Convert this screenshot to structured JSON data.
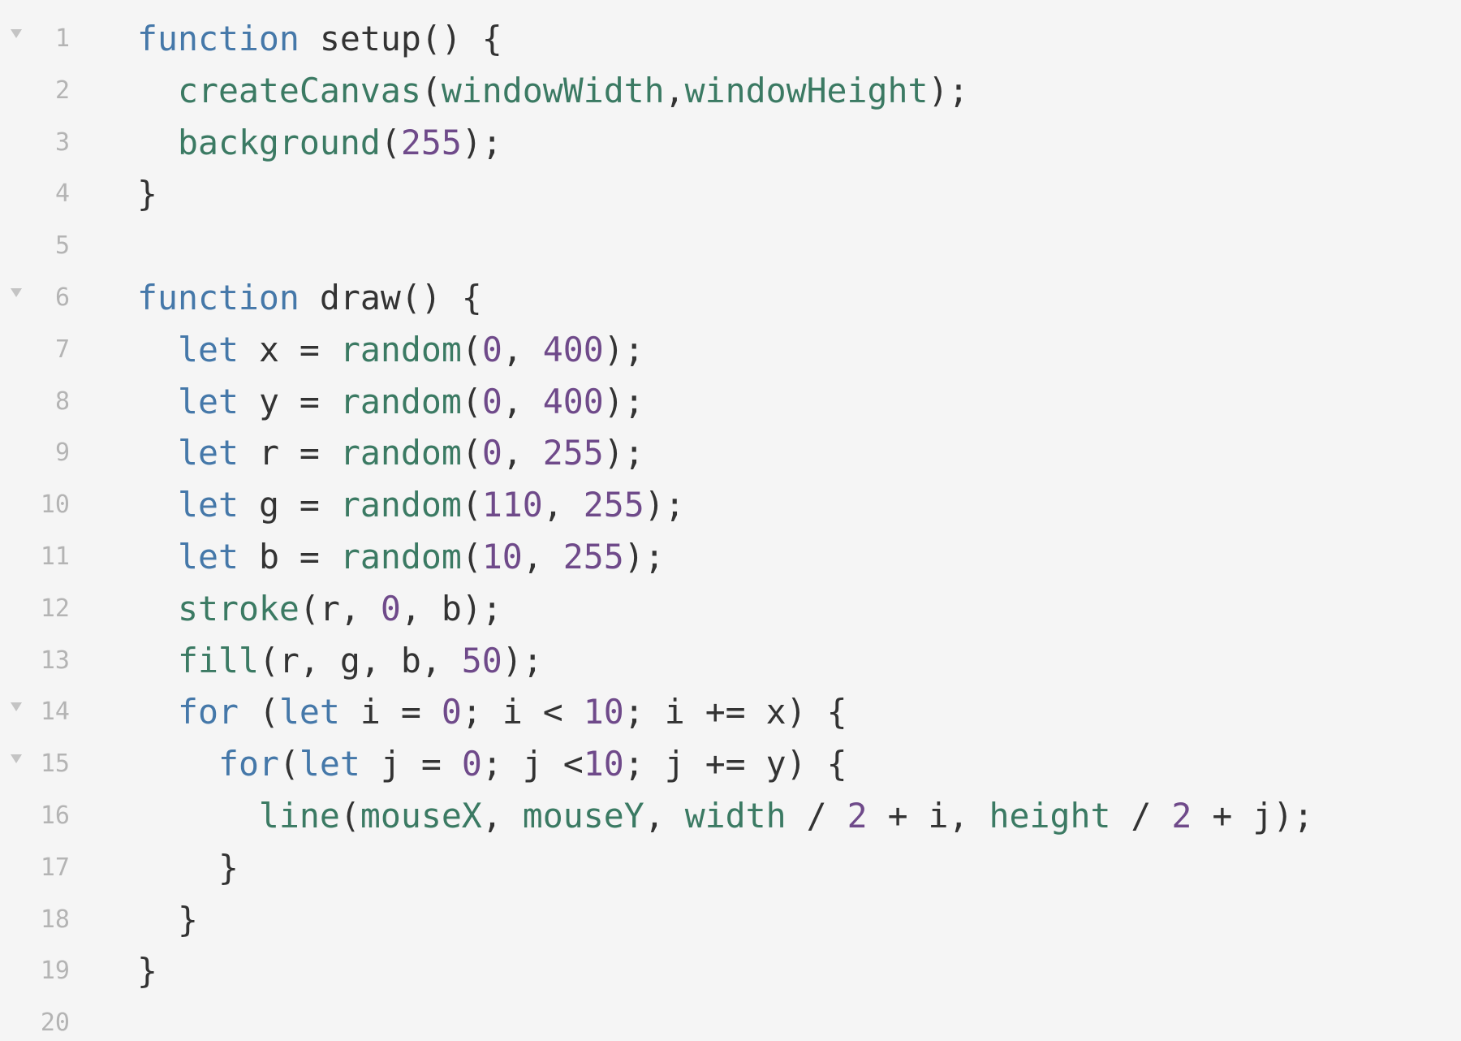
{
  "colors": {
    "background": "#f5f5f5",
    "line_number": "#b4b4b4",
    "fold_marker": "#c4c4c4",
    "keyword": "#4578a9",
    "function": "#3b7a63",
    "number": "#6f4a8a",
    "plain": "#333333"
  },
  "editor": {
    "lines": [
      {
        "num": "1",
        "fold": true,
        "tokens": [
          {
            "t": "function",
            "k": "kw"
          },
          {
            "t": " setup() {",
            "k": "pl"
          }
        ]
      },
      {
        "num": "2",
        "fold": false,
        "tokens": [
          {
            "t": "  ",
            "k": "pl"
          },
          {
            "t": "createCanvas",
            "k": "fn"
          },
          {
            "t": "(",
            "k": "pl"
          },
          {
            "t": "windowWidth",
            "k": "fn"
          },
          {
            "t": ",",
            "k": "pl"
          },
          {
            "t": "windowHeight",
            "k": "fn"
          },
          {
            "t": ");",
            "k": "pl"
          }
        ]
      },
      {
        "num": "3",
        "fold": false,
        "tokens": [
          {
            "t": "  ",
            "k": "pl"
          },
          {
            "t": "background",
            "k": "fn"
          },
          {
            "t": "(",
            "k": "pl"
          },
          {
            "t": "255",
            "k": "num"
          },
          {
            "t": ");",
            "k": "pl"
          }
        ]
      },
      {
        "num": "4",
        "fold": false,
        "tokens": [
          {
            "t": "}",
            "k": "pl"
          }
        ]
      },
      {
        "num": "5",
        "fold": false,
        "tokens": []
      },
      {
        "num": "6",
        "fold": true,
        "tokens": [
          {
            "t": "function",
            "k": "kw"
          },
          {
            "t": " draw() {",
            "k": "pl"
          }
        ]
      },
      {
        "num": "7",
        "fold": false,
        "tokens": [
          {
            "t": "  ",
            "k": "pl"
          },
          {
            "t": "let",
            "k": "kw"
          },
          {
            "t": " x = ",
            "k": "pl"
          },
          {
            "t": "random",
            "k": "fn"
          },
          {
            "t": "(",
            "k": "pl"
          },
          {
            "t": "0",
            "k": "num"
          },
          {
            "t": ", ",
            "k": "pl"
          },
          {
            "t": "400",
            "k": "num"
          },
          {
            "t": ");",
            "k": "pl"
          }
        ]
      },
      {
        "num": "8",
        "fold": false,
        "tokens": [
          {
            "t": "  ",
            "k": "pl"
          },
          {
            "t": "let",
            "k": "kw"
          },
          {
            "t": " y = ",
            "k": "pl"
          },
          {
            "t": "random",
            "k": "fn"
          },
          {
            "t": "(",
            "k": "pl"
          },
          {
            "t": "0",
            "k": "num"
          },
          {
            "t": ", ",
            "k": "pl"
          },
          {
            "t": "400",
            "k": "num"
          },
          {
            "t": ");",
            "k": "pl"
          }
        ]
      },
      {
        "num": "9",
        "fold": false,
        "tokens": [
          {
            "t": "  ",
            "k": "pl"
          },
          {
            "t": "let",
            "k": "kw"
          },
          {
            "t": " r = ",
            "k": "pl"
          },
          {
            "t": "random",
            "k": "fn"
          },
          {
            "t": "(",
            "k": "pl"
          },
          {
            "t": "0",
            "k": "num"
          },
          {
            "t": ", ",
            "k": "pl"
          },
          {
            "t": "255",
            "k": "num"
          },
          {
            "t": ");",
            "k": "pl"
          }
        ]
      },
      {
        "num": "10",
        "fold": false,
        "tokens": [
          {
            "t": "  ",
            "k": "pl"
          },
          {
            "t": "let",
            "k": "kw"
          },
          {
            "t": " g = ",
            "k": "pl"
          },
          {
            "t": "random",
            "k": "fn"
          },
          {
            "t": "(",
            "k": "pl"
          },
          {
            "t": "110",
            "k": "num"
          },
          {
            "t": ", ",
            "k": "pl"
          },
          {
            "t": "255",
            "k": "num"
          },
          {
            "t": ");",
            "k": "pl"
          }
        ]
      },
      {
        "num": "11",
        "fold": false,
        "tokens": [
          {
            "t": "  ",
            "k": "pl"
          },
          {
            "t": "let",
            "k": "kw"
          },
          {
            "t": " b = ",
            "k": "pl"
          },
          {
            "t": "random",
            "k": "fn"
          },
          {
            "t": "(",
            "k": "pl"
          },
          {
            "t": "10",
            "k": "num"
          },
          {
            "t": ", ",
            "k": "pl"
          },
          {
            "t": "255",
            "k": "num"
          },
          {
            "t": ");",
            "k": "pl"
          }
        ]
      },
      {
        "num": "12",
        "fold": false,
        "tokens": [
          {
            "t": "  ",
            "k": "pl"
          },
          {
            "t": "stroke",
            "k": "fn"
          },
          {
            "t": "(r, ",
            "k": "pl"
          },
          {
            "t": "0",
            "k": "num"
          },
          {
            "t": ", b);",
            "k": "pl"
          }
        ]
      },
      {
        "num": "13",
        "fold": false,
        "tokens": [
          {
            "t": "  ",
            "k": "pl"
          },
          {
            "t": "fill",
            "k": "fn"
          },
          {
            "t": "(r, g, b, ",
            "k": "pl"
          },
          {
            "t": "50",
            "k": "num"
          },
          {
            "t": ");",
            "k": "pl"
          }
        ]
      },
      {
        "num": "14",
        "fold": true,
        "tokens": [
          {
            "t": "  ",
            "k": "pl"
          },
          {
            "t": "for",
            "k": "kw"
          },
          {
            "t": " (",
            "k": "pl"
          },
          {
            "t": "let",
            "k": "kw"
          },
          {
            "t": " i = ",
            "k": "pl"
          },
          {
            "t": "0",
            "k": "num"
          },
          {
            "t": "; i < ",
            "k": "pl"
          },
          {
            "t": "10",
            "k": "num"
          },
          {
            "t": "; i += x) {",
            "k": "pl"
          }
        ]
      },
      {
        "num": "15",
        "fold": true,
        "tokens": [
          {
            "t": "    ",
            "k": "pl"
          },
          {
            "t": "for",
            "k": "kw"
          },
          {
            "t": "(",
            "k": "pl"
          },
          {
            "t": "let",
            "k": "kw"
          },
          {
            "t": " j = ",
            "k": "pl"
          },
          {
            "t": "0",
            "k": "num"
          },
          {
            "t": "; j <",
            "k": "pl"
          },
          {
            "t": "10",
            "k": "num"
          },
          {
            "t": "; j += y) {",
            "k": "pl"
          }
        ]
      },
      {
        "num": "16",
        "fold": false,
        "tokens": [
          {
            "t": "      ",
            "k": "pl"
          },
          {
            "t": "line",
            "k": "fn"
          },
          {
            "t": "(",
            "k": "pl"
          },
          {
            "t": "mouseX",
            "k": "fn"
          },
          {
            "t": ", ",
            "k": "pl"
          },
          {
            "t": "mouseY",
            "k": "fn"
          },
          {
            "t": ", ",
            "k": "pl"
          },
          {
            "t": "width",
            "k": "fn"
          },
          {
            "t": " / ",
            "k": "pl"
          },
          {
            "t": "2",
            "k": "num"
          },
          {
            "t": " + i, ",
            "k": "pl"
          },
          {
            "t": "height",
            "k": "fn"
          },
          {
            "t": " / ",
            "k": "pl"
          },
          {
            "t": "2",
            "k": "num"
          },
          {
            "t": " + j);",
            "k": "pl"
          }
        ]
      },
      {
        "num": "17",
        "fold": false,
        "tokens": [
          {
            "t": "    }",
            "k": "pl"
          }
        ]
      },
      {
        "num": "18",
        "fold": false,
        "tokens": [
          {
            "t": "  }",
            "k": "pl"
          }
        ]
      },
      {
        "num": "19",
        "fold": false,
        "tokens": [
          {
            "t": "}",
            "k": "pl"
          }
        ]
      },
      {
        "num": "20",
        "fold": false,
        "tokens": []
      }
    ]
  }
}
